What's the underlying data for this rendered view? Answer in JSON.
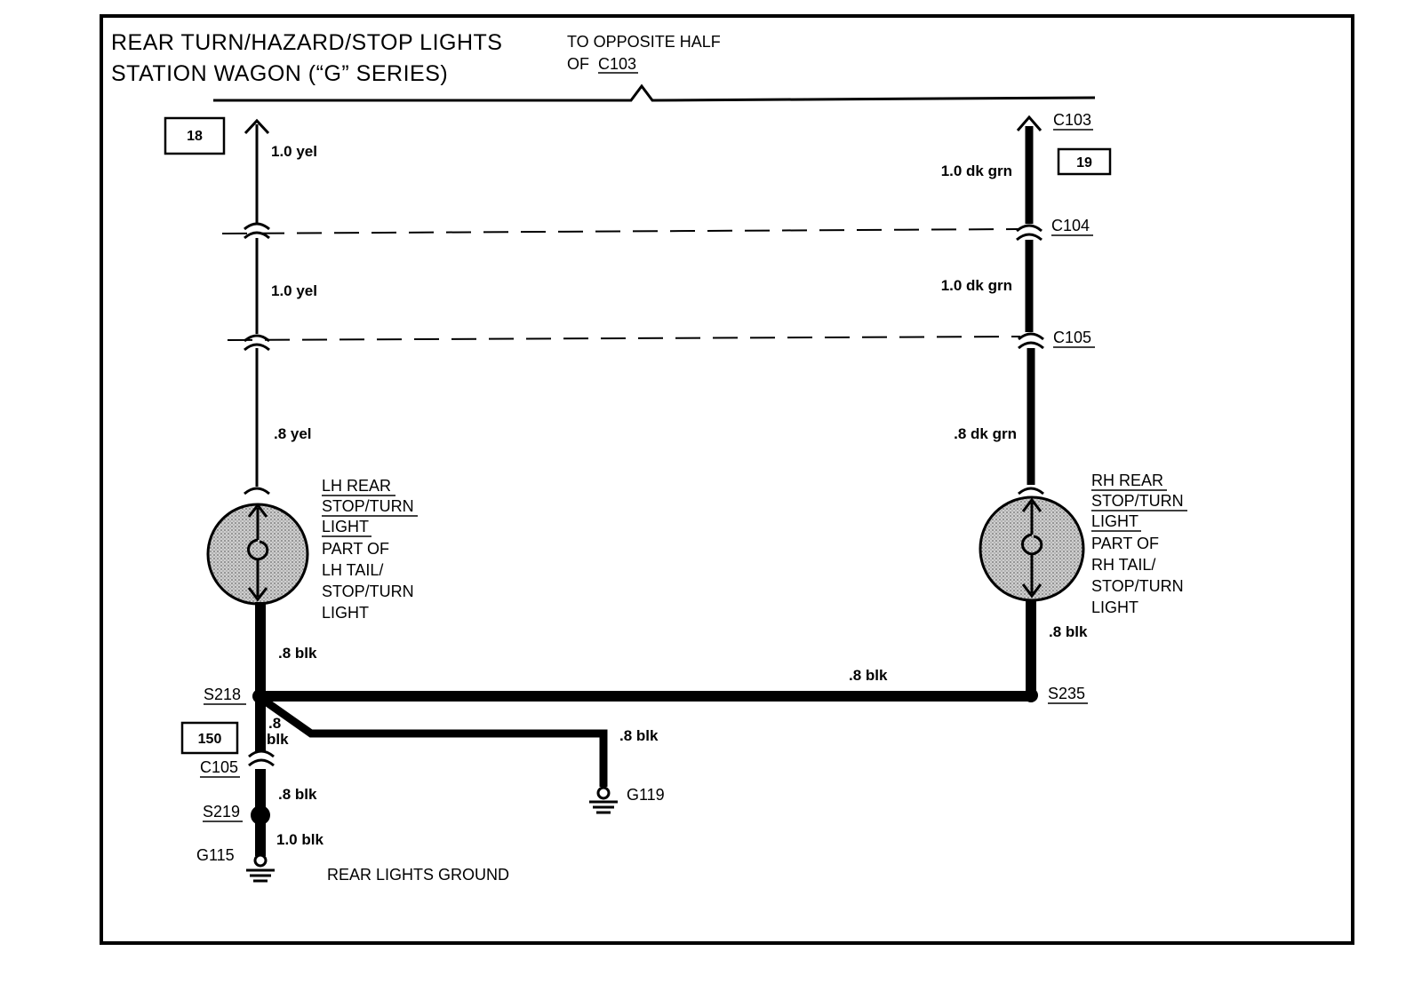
{
  "title_line1": "REAR TURN/HAZARD/STOP LIGHTS",
  "title_line2": "STATION WAGON (“G” SERIES)",
  "top_note_line1": "TO OPPOSITE HALF",
  "top_note_of": "OF",
  "top_note_connector": "C103",
  "refs": {
    "left": "18",
    "right": "19",
    "ground": "150"
  },
  "connectors": {
    "c103_right": "C103",
    "c104": "C104",
    "c105_right": "C105",
    "c105_left": "C105"
  },
  "splices": {
    "s218": "S218",
    "s235": "S235",
    "s219": "S219"
  },
  "grounds": {
    "g115": "G115",
    "g119": "G119",
    "rear_lights_ground": "REAR LIGHTS GROUND"
  },
  "wires": {
    "left_top": "1.0 yel",
    "left_mid": "1.0 yel",
    "left_low": ".8 yel",
    "right_top": "1.0 dk grn",
    "right_mid": "1.0 dk grn",
    "right_low": ".8 dk grn",
    "lh_light_to_s218": ".8 blk",
    "s218_to_s235": ".8 blk",
    "rh_light_to_s235": ".8 blk",
    "s218_down_line1": ".8",
    "s218_down_line2": "blk",
    "to_g119": ".8 blk",
    "c105_to_s219": ".8 blk",
    "s219_to_g115": "1.0 blk"
  },
  "lh_light": {
    "name_line1": "LH REAR",
    "name_line2": "STOP/TURN",
    "name_line3": "LIGHT",
    "desc_line1": "PART OF",
    "desc_line2": "LH TAIL/",
    "desc_line3": "STOP/TURN",
    "desc_line4": "LIGHT"
  },
  "rh_light": {
    "name_line1": "RH REAR",
    "name_line2": "STOP/TURN",
    "name_line3": "LIGHT",
    "desc_line1": "PART OF",
    "desc_line2": "RH TAIL/",
    "desc_line3": "STOP/TURN",
    "desc_line4": "LIGHT"
  }
}
